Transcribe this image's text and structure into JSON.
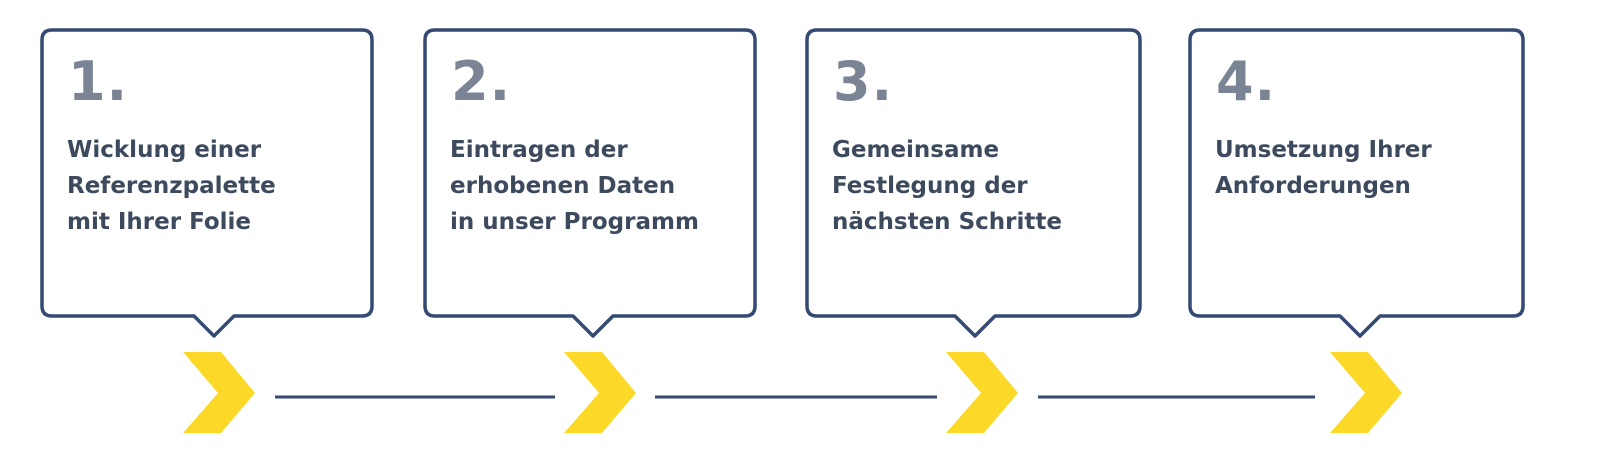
{
  "colors": {
    "border": "#344a72",
    "chevron": "#fcd928",
    "number": "#7a8494",
    "text": "#3d4a5e"
  },
  "steps": [
    {
      "number": "1.",
      "text": "Wicklung einer\nReferenzpalette\nmit Ihrer Folie"
    },
    {
      "number": "2.",
      "text": "Eintragen der\nerhobenen Daten\nin unser Programm"
    },
    {
      "number": "3.",
      "text": "Gemeinsame\nFestlegung der\nnächsten Schritte"
    },
    {
      "number": "4.",
      "text": "Umsetzung Ihrer\nAnforderungen"
    }
  ]
}
